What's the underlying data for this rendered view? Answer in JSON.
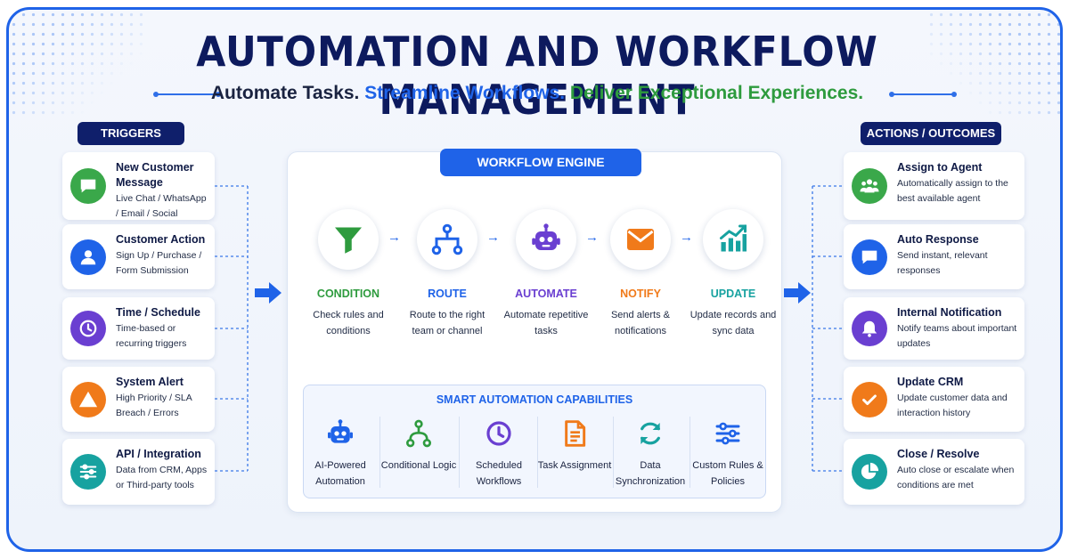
{
  "header": {
    "title": "AUTOMATION AND WORKFLOW MANAGEMENT",
    "subtitle_part1": "Automate Tasks.",
    "subtitle_part2": "Streamline Workflows.",
    "subtitle_part3": "Deliver Exceptional Experiences."
  },
  "triggers": {
    "label": "TRIGGERS",
    "items": [
      {
        "title": "New Customer Message",
        "desc": "Live Chat / WhatsApp / Email / Social",
        "icon": "chat-icon",
        "color": "#3aa84a"
      },
      {
        "title": "Customer Action",
        "desc": "Sign Up / Purchase / Form Submission",
        "icon": "user-icon",
        "color": "#1f63e8"
      },
      {
        "title": "Time / Schedule",
        "desc": "Time-based or recurring triggers",
        "icon": "clock-icon",
        "color": "#6a3fd1"
      },
      {
        "title": "System Alert",
        "desc": "High Priority / SLA Breach / Errors",
        "icon": "warning-icon",
        "color": "#f07a1a"
      },
      {
        "title": "API / Integration",
        "desc": "Data from CRM, Apps or Third-party tools",
        "icon": "sliders-icon",
        "color": "#17a2a0"
      }
    ]
  },
  "engine": {
    "label": "WORKFLOW ENGINE",
    "steps": [
      {
        "name": "CONDITION",
        "desc": "Check rules and conditions",
        "icon": "funnel-icon",
        "color": "#2e9b3e"
      },
      {
        "name": "ROUTE",
        "desc": "Route to the right team or channel",
        "icon": "route-icon",
        "color": "#1f63e8"
      },
      {
        "name": "AUTOMATE",
        "desc": "Automate repetitive tasks",
        "icon": "robot-icon",
        "color": "#6a3fd1"
      },
      {
        "name": "NOTIFY",
        "desc": "Send alerts & notifications",
        "icon": "mail-icon",
        "color": "#f07a1a"
      },
      {
        "name": "UPDATE",
        "desc": "Update records and sync data",
        "icon": "chart-icon",
        "color": "#17a2a0"
      }
    ],
    "capabilities_title": "SMART AUTOMATION CAPABILITIES",
    "capabilities": [
      {
        "label": "AI-Powered Automation",
        "icon": "robot-icon",
        "color": "#1f63e8"
      },
      {
        "label": "Conditional Logic",
        "icon": "branch-icon",
        "color": "#2e9b3e"
      },
      {
        "label": "Scheduled Workflows",
        "icon": "clock-icon",
        "color": "#6a3fd1"
      },
      {
        "label": "Task Assignment",
        "icon": "document-icon",
        "color": "#f07a1a"
      },
      {
        "label": "Data Synchronization",
        "icon": "sync-icon",
        "color": "#17a2a0"
      },
      {
        "label": "Custom Rules & Policies",
        "icon": "sliders-icon",
        "color": "#1f63e8"
      }
    ]
  },
  "outcomes": {
    "label": "ACTIONS / OUTCOMES",
    "items": [
      {
        "title": "Assign to Agent",
        "desc": "Automatically assign to the best available agent",
        "icon": "team-icon",
        "color": "#3aa84a"
      },
      {
        "title": "Auto Response",
        "desc": "Send instant, relevant responses",
        "icon": "chat-icon",
        "color": "#1f63e8"
      },
      {
        "title": "Internal Notification",
        "desc": "Notify teams about important updates",
        "icon": "bell-icon",
        "color": "#6a3fd1"
      },
      {
        "title": "Update CRM",
        "desc": "Update customer data and interaction history",
        "icon": "check-icon",
        "color": "#f07a1a"
      },
      {
        "title": "Close / Resolve",
        "desc": "Auto close or escalate when conditions are met",
        "icon": "pie-icon",
        "color": "#17a2a0"
      }
    ]
  }
}
